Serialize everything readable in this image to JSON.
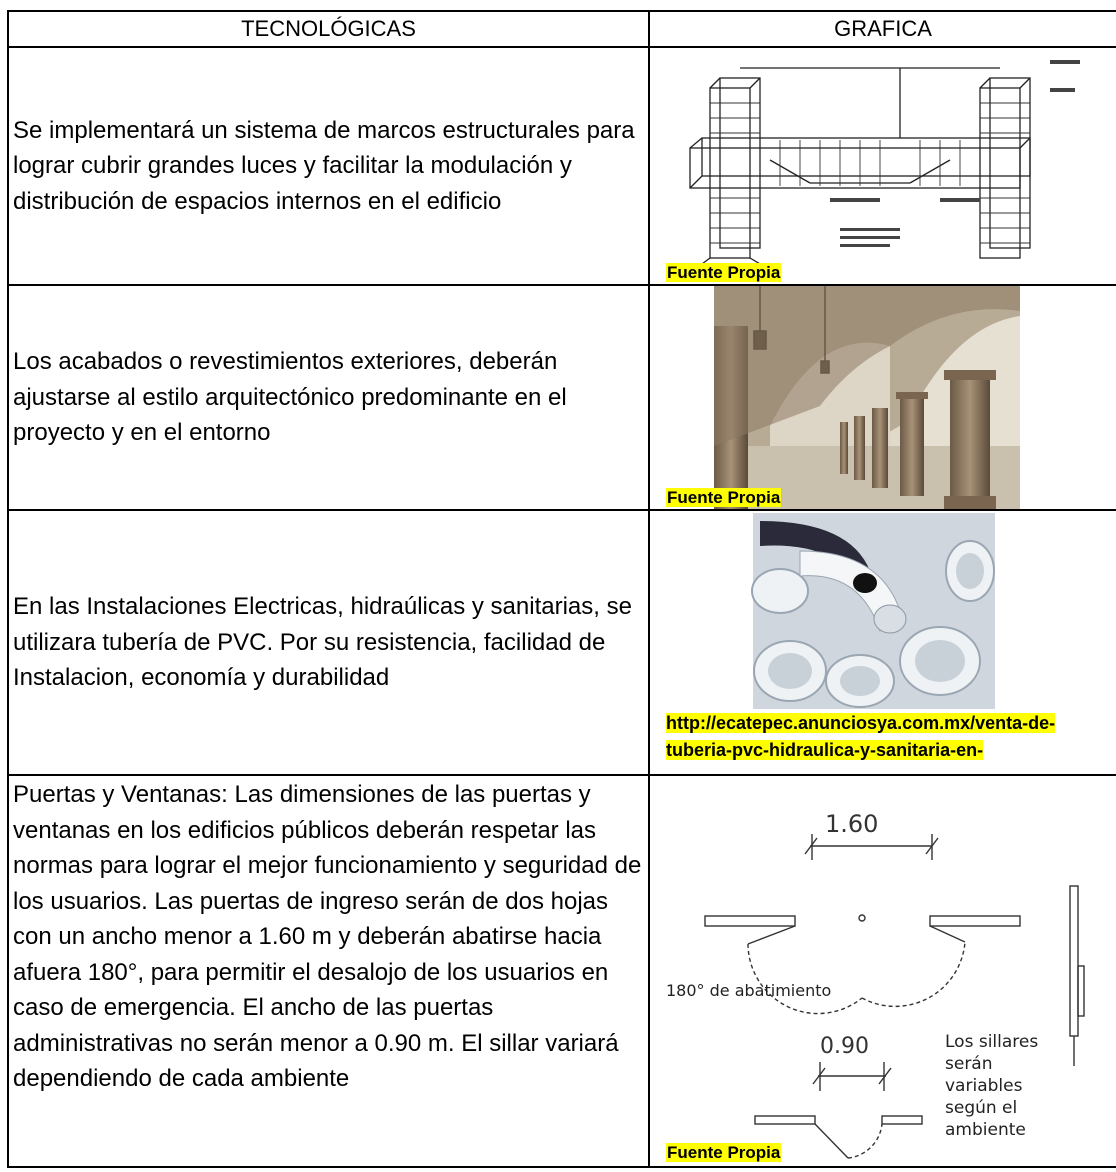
{
  "table": {
    "headers": [
      "TECNOLÓGICAS",
      "GRAFICA"
    ],
    "rows": [
      {
        "text": "Se implementará un sistema de marcos estructurales para lograr cubrir grandes luces y facilitar la modulación y distribución de espacios internos en el edificio",
        "source": "Fuente Propia",
        "image": "structural-frame-rebar-drawing"
      },
      {
        "text": "Los acabados o revestimientos exteriores, deberán ajustarse al estilo arquitectónico predominante en el proyecto y en el entorno",
        "source": "Fuente Propia",
        "image": "colonial-arcade-columns-photo"
      },
      {
        "text": "En las Instalaciones Electricas, hidraúlicas y sanitarias, se utilizara tubería de PVC. Por su resistencia, facilidad de Instalacion, economía y durabilidad",
        "source": "http://ecatepec.anunciosya.com.mx/venta-de-tuberia-pvc-hidraulica-y-sanitaria-en-",
        "image": "pvc-pipes-photo"
      },
      {
        "text": "Puertas y Ventanas: Las dimensiones de las puertas y ventanas en los edificios públicos deberán respetar las normas para lograr el mejor funcionamiento y seguridad de los usuarios. Las puertas de ingreso serán de dos hojas con un ancho menor a 1.60 m y deberán abatirse hacia afuera 180°, para permitir el desalojo de los usuarios en caso de emergencia. El ancho de las puertas administrativas no serán menor a 0.90 m. El sillar variará dependiendo de cada ambiente",
        "source": "Fuente Propia",
        "image": "door-dimensions-diagram",
        "diagram": {
          "dim_main": "1.60",
          "dim_admin": "0.90",
          "swing_label": "180° de abatimiento",
          "sill_note": "Los sillares serán variables según el ambiente"
        }
      }
    ]
  }
}
